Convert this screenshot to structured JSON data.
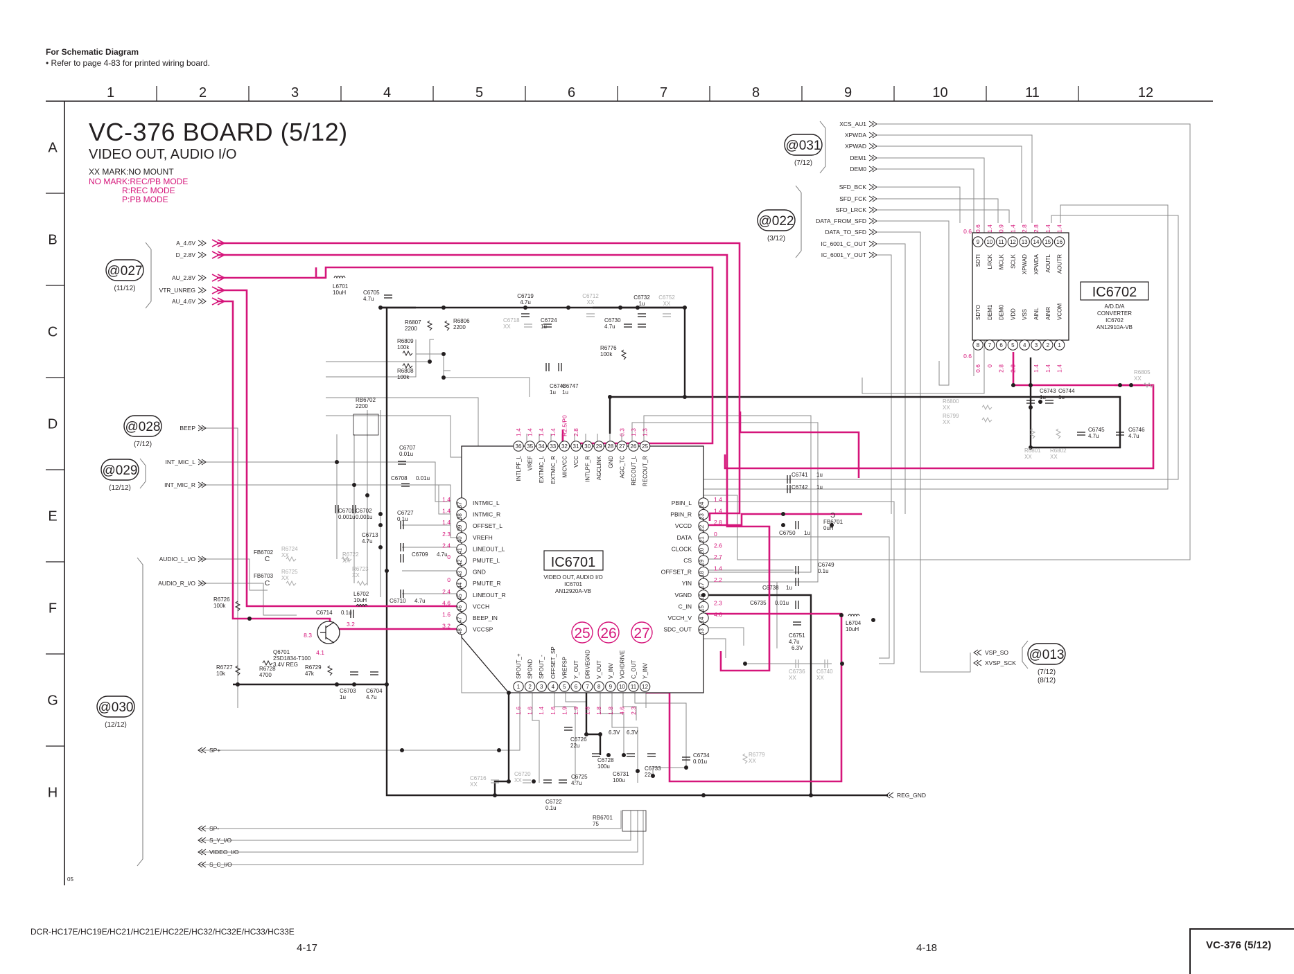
{
  "header": {
    "title": "For Schematic Diagram",
    "note": "• Refer to page 4-83 for printed wiring board."
  },
  "board": {
    "title": "VC-376 BOARD (5/12)",
    "subtitle": "VIDEO OUT, AUDIO I/O",
    "legend": [
      "XX MARK:NO MOUNT",
      "NO MARK:REC/PB MODE",
      "R:REC MODE",
      "P:PB MODE"
    ]
  },
  "grid": {
    "columns": [
      "1",
      "2",
      "3",
      "4",
      "5",
      "6",
      "7",
      "8",
      "9",
      "10",
      "11",
      "12"
    ],
    "rows": [
      "A",
      "B",
      "C",
      "D",
      "E",
      "F",
      "G",
      "H"
    ]
  },
  "colors": {
    "ink": "#231f20",
    "signal": "#d5157a",
    "unmounted": "#aaaaaa"
  },
  "connectors": [
    {
      "ref": "@031",
      "sheet": "(7/12)",
      "signals": [
        "XCS_AU1",
        "XPWDA",
        "XPWAD",
        "DEM1",
        "DEM0"
      ]
    },
    {
      "ref": "@022",
      "sheet": "(3/12)",
      "signals": [
        "SFD_BCK",
        "SFD_FCK",
        "SFD_LRCK",
        "DATA_FROM_SFD",
        "DATA_TO_SFD",
        "IC_6001_C_OUT",
        "IC_6001_Y_OUT"
      ]
    },
    {
      "ref": "@027",
      "sheet": "(11/12)",
      "signals": [
        "A_4.6V",
        "D_2.8V",
        "AU_2.8V",
        "VTR_UNREG",
        "AU_4.6V"
      ]
    },
    {
      "ref": "@028",
      "sheet": "(7/12)",
      "signals": [
        "BEEP"
      ]
    },
    {
      "ref": "@029",
      "sheet": "(12/12)",
      "signals": [
        "INT_MIC_L",
        "INT_MIC_R"
      ]
    },
    {
      "ref": "@030",
      "sheet": "(12/12)",
      "signals": [
        "AUDIO_L_I/O",
        "AUDIO_R_I/O",
        "SP+",
        "SP-",
        "S_Y_I/O",
        "VIDEO_I/O",
        "S_C_I/O"
      ]
    },
    {
      "ref": "@013",
      "sheet": "(7/12)",
      "sheet2": "(8/12)",
      "signals": [
        "VSP_SO",
        "XVSP_SCK"
      ]
    }
  ],
  "reg_gnd": "REG_GND",
  "ic6702": {
    "name": "IC6702",
    "desc": [
      "A/D.D/A",
      "CONVERTER",
      "IC6702",
      "AN12910A-VB"
    ],
    "top_pins": [
      {
        "n": "9",
        "name": "SDTI",
        "v": "0.6"
      },
      {
        "n": "10",
        "name": "LRCK",
        "v": "1.4"
      },
      {
        "n": "11",
        "name": "MCLK",
        "v": "0.9"
      },
      {
        "n": "12",
        "name": "SCLK",
        "v": "1.4"
      },
      {
        "n": "13",
        "name": "XPWAD",
        "v": "2.8"
      },
      {
        "n": "14",
        "name": "XPWDA",
        "v": "2.8"
      },
      {
        "n": "15",
        "name": "AOUTL",
        "v": "1.4"
      },
      {
        "n": "16",
        "name": "AOUTR",
        "v": "1.4"
      }
    ],
    "bottom_pins": [
      {
        "n": "8",
        "name": "SDTO",
        "v": "0.6"
      },
      {
        "n": "7",
        "name": "DEM1",
        "v": "0"
      },
      {
        "n": "6",
        "name": "DEM0",
        "v": "2.8"
      },
      {
        "n": "5",
        "name": "VDD",
        "v": "2.8"
      },
      {
        "n": "4",
        "name": "VSS",
        "v": ""
      },
      {
        "n": "3",
        "name": "AINL",
        "v": "1.4"
      },
      {
        "n": "2",
        "name": "AINR",
        "v": "1.4"
      },
      {
        "n": "1",
        "name": "VCOM",
        "v": "1.4"
      }
    ]
  },
  "ic6701": {
    "name": "IC6701",
    "desc": [
      "VIDEO OUT, AUDIO I/O",
      "IC6701",
      "AN12920A-VB"
    ],
    "top_pins": [
      {
        "n": "36",
        "name": "INTLPF_L",
        "v": "1.4"
      },
      {
        "n": "35",
        "name": "VREF",
        "v": "1.4"
      },
      {
        "n": "34",
        "name": "EXTMIC_L",
        "v": "1.4"
      },
      {
        "n": "33",
        "name": "EXTMIC_R",
        "v": "1.4"
      },
      {
        "n": "32",
        "name": "MICVCC",
        "v": "R2.5/P0"
      },
      {
        "n": "31",
        "name": "VCC",
        "v": "2.8"
      },
      {
        "n": "30",
        "name": "INTLPF_R",
        "v": ""
      },
      {
        "n": "29",
        "name": "AGCLINK",
        "v": ""
      },
      {
        "n": "28",
        "name": "GND",
        "v": ""
      },
      {
        "n": "27",
        "name": "AGC_TC",
        "v": "0.3"
      },
      {
        "n": "26",
        "name": "RECOUT_L",
        "v": "1.3"
      },
      {
        "n": "25",
        "name": "RECOUT_R",
        "v": "1.3"
      }
    ],
    "left_pins": [
      {
        "n": "37",
        "name": "INTMIC_L",
        "v": "1.4"
      },
      {
        "n": "38",
        "name": "INTMIC_R",
        "v": "1.4"
      },
      {
        "n": "39",
        "name": "OFFSET_L",
        "v": "1.4"
      },
      {
        "n": "40",
        "name": "VREFH",
        "v": "2.3"
      },
      {
        "n": "41",
        "name": "LINEOUT_L",
        "v": "2.4"
      },
      {
        "n": "42",
        "name": "PMUTE_L",
        "v": "0"
      },
      {
        "n": "43",
        "name": "GND",
        "v": ""
      },
      {
        "n": "44",
        "name": "PMUTE_R",
        "v": "0"
      },
      {
        "n": "45",
        "name": "LINEOUT_R",
        "v": "2.4"
      },
      {
        "n": "46",
        "name": "VCCH",
        "v": "4.6"
      },
      {
        "n": "47",
        "name": "BEEP_IN",
        "v": "1.6"
      },
      {
        "n": "48",
        "name": "VCCSP",
        "v": "3.2"
      }
    ],
    "right_pins": [
      {
        "n": "24",
        "name": "PBIN_L",
        "v": "1.4"
      },
      {
        "n": "23",
        "name": "PBIN_R",
        "v": "1.4"
      },
      {
        "n": "22",
        "name": "VCCD",
        "v": "2.8"
      },
      {
        "n": "21",
        "name": "DATA",
        "v": "0"
      },
      {
        "n": "20",
        "name": "CLOCK",
        "v": "2.6"
      },
      {
        "n": "19",
        "name": "CS",
        "v": "2.7"
      },
      {
        "n": "18",
        "name": "OFFSET_R",
        "v": "1.4"
      },
      {
        "n": "17",
        "name": "YIN",
        "v": "2.2"
      },
      {
        "n": "16",
        "name": "VGND",
        "v": ""
      },
      {
        "n": "15",
        "name": "C_IN",
        "v": "2.3"
      },
      {
        "n": "14",
        "name": "VCCH_V",
        "v": "4.6"
      },
      {
        "n": "13",
        "name": "SDC_OUT",
        "v": ""
      }
    ],
    "bottom_pins": [
      {
        "n": "1",
        "name": "SPOUT_+",
        "v": "1.6"
      },
      {
        "n": "2",
        "name": "SPGND",
        "v": "1.6"
      },
      {
        "n": "3",
        "name": "SPOUT_-",
        "v": "1.4"
      },
      {
        "n": "4",
        "name": "OFFSET_SP",
        "v": "1.6"
      },
      {
        "n": "5",
        "name": "VREFSP",
        "v": "1.9"
      },
      {
        "n": "6",
        "name": "Y_OUT",
        "v": "1.9"
      },
      {
        "n": "7",
        "name": "DRIVEGND",
        "v": "1.8"
      },
      {
        "n": "8",
        "name": "V_OUT",
        "v": "1.8"
      },
      {
        "n": "9",
        "name": "V_INV",
        "v": "1.8"
      },
      {
        "n": "10",
        "name": "VCHDRIVE",
        "v": "4.6"
      },
      {
        "n": "11",
        "name": "C_OUT",
        "v": "2.3"
      },
      {
        "n": "12",
        "name": "Y_INV",
        "v": ""
      }
    ],
    "test_points": [
      "25",
      "26",
      "27"
    ]
  },
  "parts": [
    {
      "ref": "L6701",
      "val": "10uH"
    },
    {
      "ref": "C6705",
      "val": "4.7u"
    },
    {
      "ref": "C6719",
      "val": "4.7u"
    },
    {
      "ref": "C6712",
      "val": "XX"
    },
    {
      "ref": "C6732",
      "val": "1u"
    },
    {
      "ref": "C6752",
      "val": "XX"
    },
    {
      "ref": "R6807",
      "val": "2200"
    },
    {
      "ref": "R6806",
      "val": "2200"
    },
    {
      "ref": "C6718",
      "val": "XX"
    },
    {
      "ref": "C6724",
      "val": "1u"
    },
    {
      "ref": "C6730",
      "val": "4.7u"
    },
    {
      "ref": "R6809",
      "val": "100k"
    },
    {
      "ref": "R6808",
      "val": "100k"
    },
    {
      "ref": "R6776",
      "val": "100k"
    },
    {
      "ref": "C6748",
      "val": "1u"
    },
    {
      "ref": "C6747",
      "val": "1u"
    },
    {
      "ref": "RB6702",
      "val": "2200"
    },
    {
      "ref": "C6707",
      "val": "0.01u"
    },
    {
      "ref": "C6708",
      "val": "0.01u"
    },
    {
      "ref": "C6701",
      "val": "0.001u"
    },
    {
      "ref": "C6702",
      "val": "0.001u"
    },
    {
      "ref": "C6727",
      "val": "0.1u"
    },
    {
      "ref": "C6713",
      "val": "4.7u"
    },
    {
      "ref": "C6709",
      "val": "4.7u"
    },
    {
      "ref": "FB6702",
      "val": ""
    },
    {
      "ref": "R6724",
      "val": "XX"
    },
    {
      "ref": "R6722",
      "val": "XX"
    },
    {
      "ref": "FB6703",
      "val": ""
    },
    {
      "ref": "R6725",
      "val": "XX"
    },
    {
      "ref": "R6723",
      "val": "XX"
    },
    {
      "ref": "L6702",
      "val": "10uH"
    },
    {
      "ref": "C6710",
      "val": "4.7u"
    },
    {
      "ref": "R6726",
      "val": "100k"
    },
    {
      "ref": "C6714",
      "val": "0.1u"
    },
    {
      "ref": "Q6701",
      "val": "2SD1834-T100"
    },
    {
      "ref": "Q6701_note",
      "val": "3.4V REG"
    },
    {
      "ref": "R6727",
      "val": "10k"
    },
    {
      "ref": "R6728",
      "val": "4700"
    },
    {
      "ref": "R6729",
      "val": "47k"
    },
    {
      "ref": "C6703",
      "val": "1u"
    },
    {
      "ref": "C6704",
      "val": "4.7u"
    },
    {
      "ref": "C6741",
      "val": "1u"
    },
    {
      "ref": "C6742",
      "val": "1u"
    },
    {
      "ref": "FB6701",
      "val": "0uH"
    },
    {
      "ref": "C6750",
      "val": "1u"
    },
    {
      "ref": "C6749",
      "val": "0.1u"
    },
    {
      "ref": "C6738",
      "val": "1u"
    },
    {
      "ref": "C6735",
      "val": "0.01u"
    },
    {
      "ref": "L6704",
      "val": "10uH"
    },
    {
      "ref": "C6751",
      "val": "4.7u"
    },
    {
      "ref": "C6751_v",
      "val": "6.3V"
    },
    {
      "ref": "C6736",
      "val": "XX"
    },
    {
      "ref": "C6740",
      "val": "XX"
    },
    {
      "ref": "R6805",
      "val": "XX"
    },
    {
      "ref": "R6800",
      "val": "XX"
    },
    {
      "ref": "R6799",
      "val": "XX"
    },
    {
      "ref": "C6743",
      "val": "1u"
    },
    {
      "ref": "C6744",
      "val": "1u"
    },
    {
      "ref": "C6745",
      "val": "4.7u"
    },
    {
      "ref": "C6746",
      "val": "4.7u"
    },
    {
      "ref": "R6801",
      "val": "XX"
    },
    {
      "ref": "R6802",
      "val": "XX"
    },
    {
      "ref": "C6726",
      "val": "22u"
    },
    {
      "ref": "C6728",
      "val": "100u"
    },
    {
      "ref": "C6728_v",
      "val": "6.3V"
    },
    {
      "ref": "C6731",
      "val": "100u"
    },
    {
      "ref": "C6731_v",
      "val": "6.3V"
    },
    {
      "ref": "C6733",
      "val": "22u"
    },
    {
      "ref": "C6734",
      "val": "0.01u"
    },
    {
      "ref": "R6779",
      "val": "XX"
    },
    {
      "ref": "C6716",
      "val": "XX"
    },
    {
      "ref": "C6720",
      "val": "XX"
    },
    {
      "ref": "C6725",
      "val": "4.7u"
    },
    {
      "ref": "C6722",
      "val": "0.1u"
    },
    {
      "ref": "RB6701",
      "val": "75"
    }
  ],
  "q6701_voltages": [
    "8.3",
    "3.2",
    "4.1"
  ],
  "footer": {
    "models": "DCR-HC17E/HC19E/HC21/HC21E/HC22E/HC32/HC32E/HC33/HC33E",
    "page_left": "4-17",
    "page_right": "4-18",
    "box_label": "VC-376 (5/12)",
    "code": "05"
  }
}
